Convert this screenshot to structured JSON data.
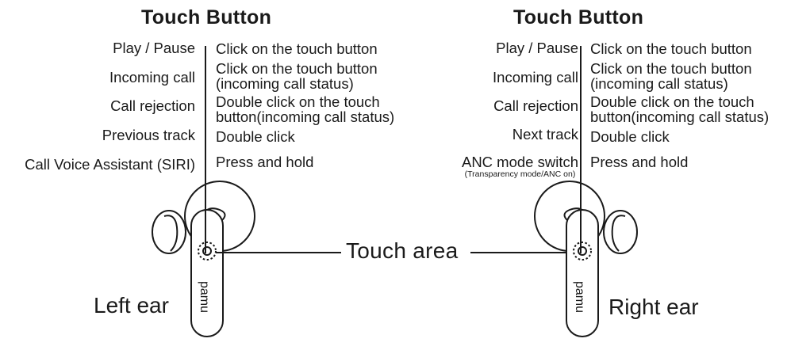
{
  "left": {
    "title": "Touch Button",
    "rows": [
      {
        "function": "Play / Pause",
        "operation_lines": [
          "Click on the touch button"
        ]
      },
      {
        "function": "Incoming call",
        "operation_lines": [
          "Click on the touch button",
          "(incoming call status)"
        ]
      },
      {
        "function": "Call rejection",
        "operation_lines": [
          "Double click on the touch",
          "button(incoming call status)"
        ]
      },
      {
        "function": "Previous track",
        "operation_lines": [
          "Double click"
        ]
      },
      {
        "function": "Call Voice Assistant (SIRI)",
        "operation_lines": [
          "Press and hold"
        ]
      }
    ],
    "ear_label": "Left ear",
    "brand_text": "pamu"
  },
  "right": {
    "title": "Touch Button",
    "rows": [
      {
        "function": "Play / Pause",
        "operation_lines": [
          "Click on the touch button"
        ]
      },
      {
        "function": "Incoming call",
        "operation_lines": [
          "Click on the touch button",
          "(incoming call status)"
        ]
      },
      {
        "function": "Call rejection",
        "operation_lines": [
          "Double click on the touch",
          "button(incoming call status)"
        ]
      },
      {
        "function": "Next track",
        "operation_lines": [
          "Double click"
        ]
      },
      {
        "function": "ANC mode switch",
        "function_sub": "(Transparency mode/ANC on)",
        "operation_lines": [
          "Press and hold"
        ]
      }
    ],
    "ear_label": "Right ear",
    "brand_text": "pamu"
  },
  "touch_area_label": "Touch area"
}
